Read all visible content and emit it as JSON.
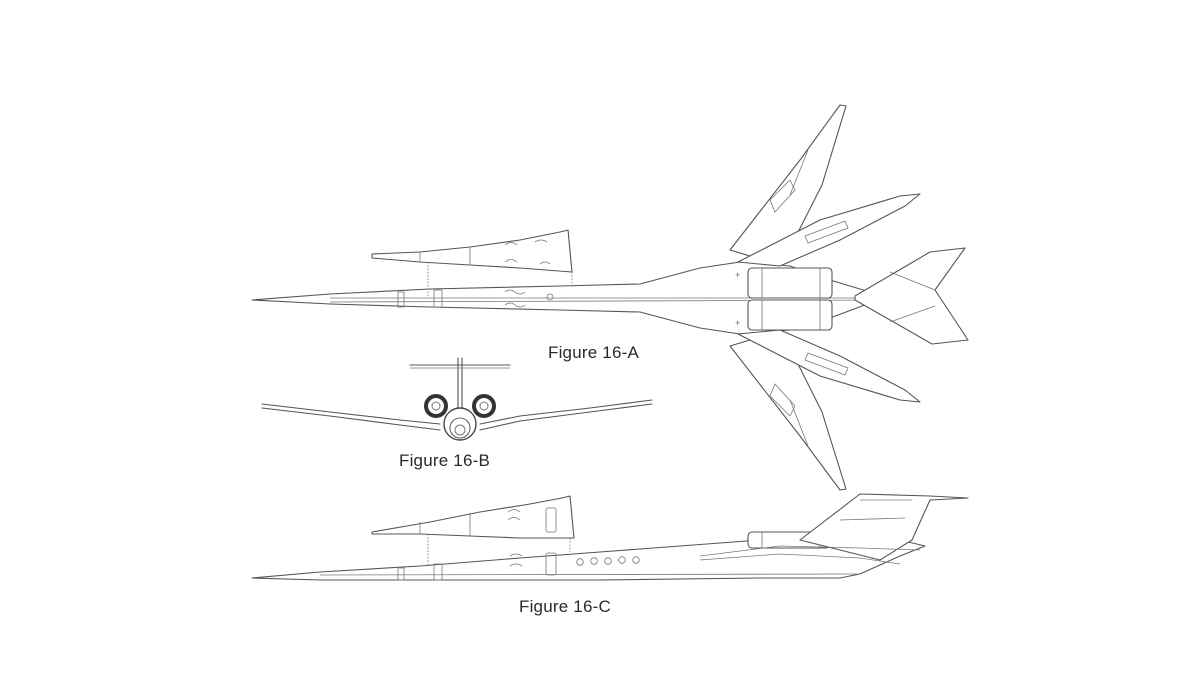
{
  "figures": {
    "top_view": {
      "label": "Figure 16-A"
    },
    "front_view": {
      "label": "Figure 16-B"
    },
    "side_view": {
      "label": "Figure 16-C"
    }
  },
  "icons": [
    "top-view-aircraft-icon",
    "front-view-aircraft-icon",
    "side-view-aircraft-icon"
  ],
  "colors": {
    "line": "#555555",
    "background": "#ffffff"
  }
}
